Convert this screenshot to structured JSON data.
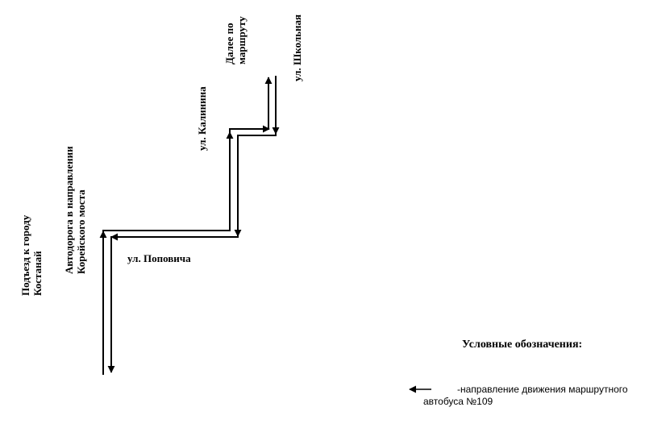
{
  "labels": {
    "podyezd": [
      "Подъезд к городу",
      "Костанай"
    ],
    "avtodoroga": [
      "Автодорога в направлении",
      "Корейского моста"
    ],
    "popovicha": "ул. Поповича",
    "kalinina": "ул. Калинина",
    "dalee": [
      "Далее по",
      "маршруту"
    ],
    "shkolnaya": "ул. Школьная"
  },
  "legend": {
    "title": "Условные обозначения:",
    "line1": "-направление движения маршрутного",
    "line2": "автобуса №109"
  },
  "colors": {
    "line": "#000000",
    "background": "#ffffff"
  }
}
